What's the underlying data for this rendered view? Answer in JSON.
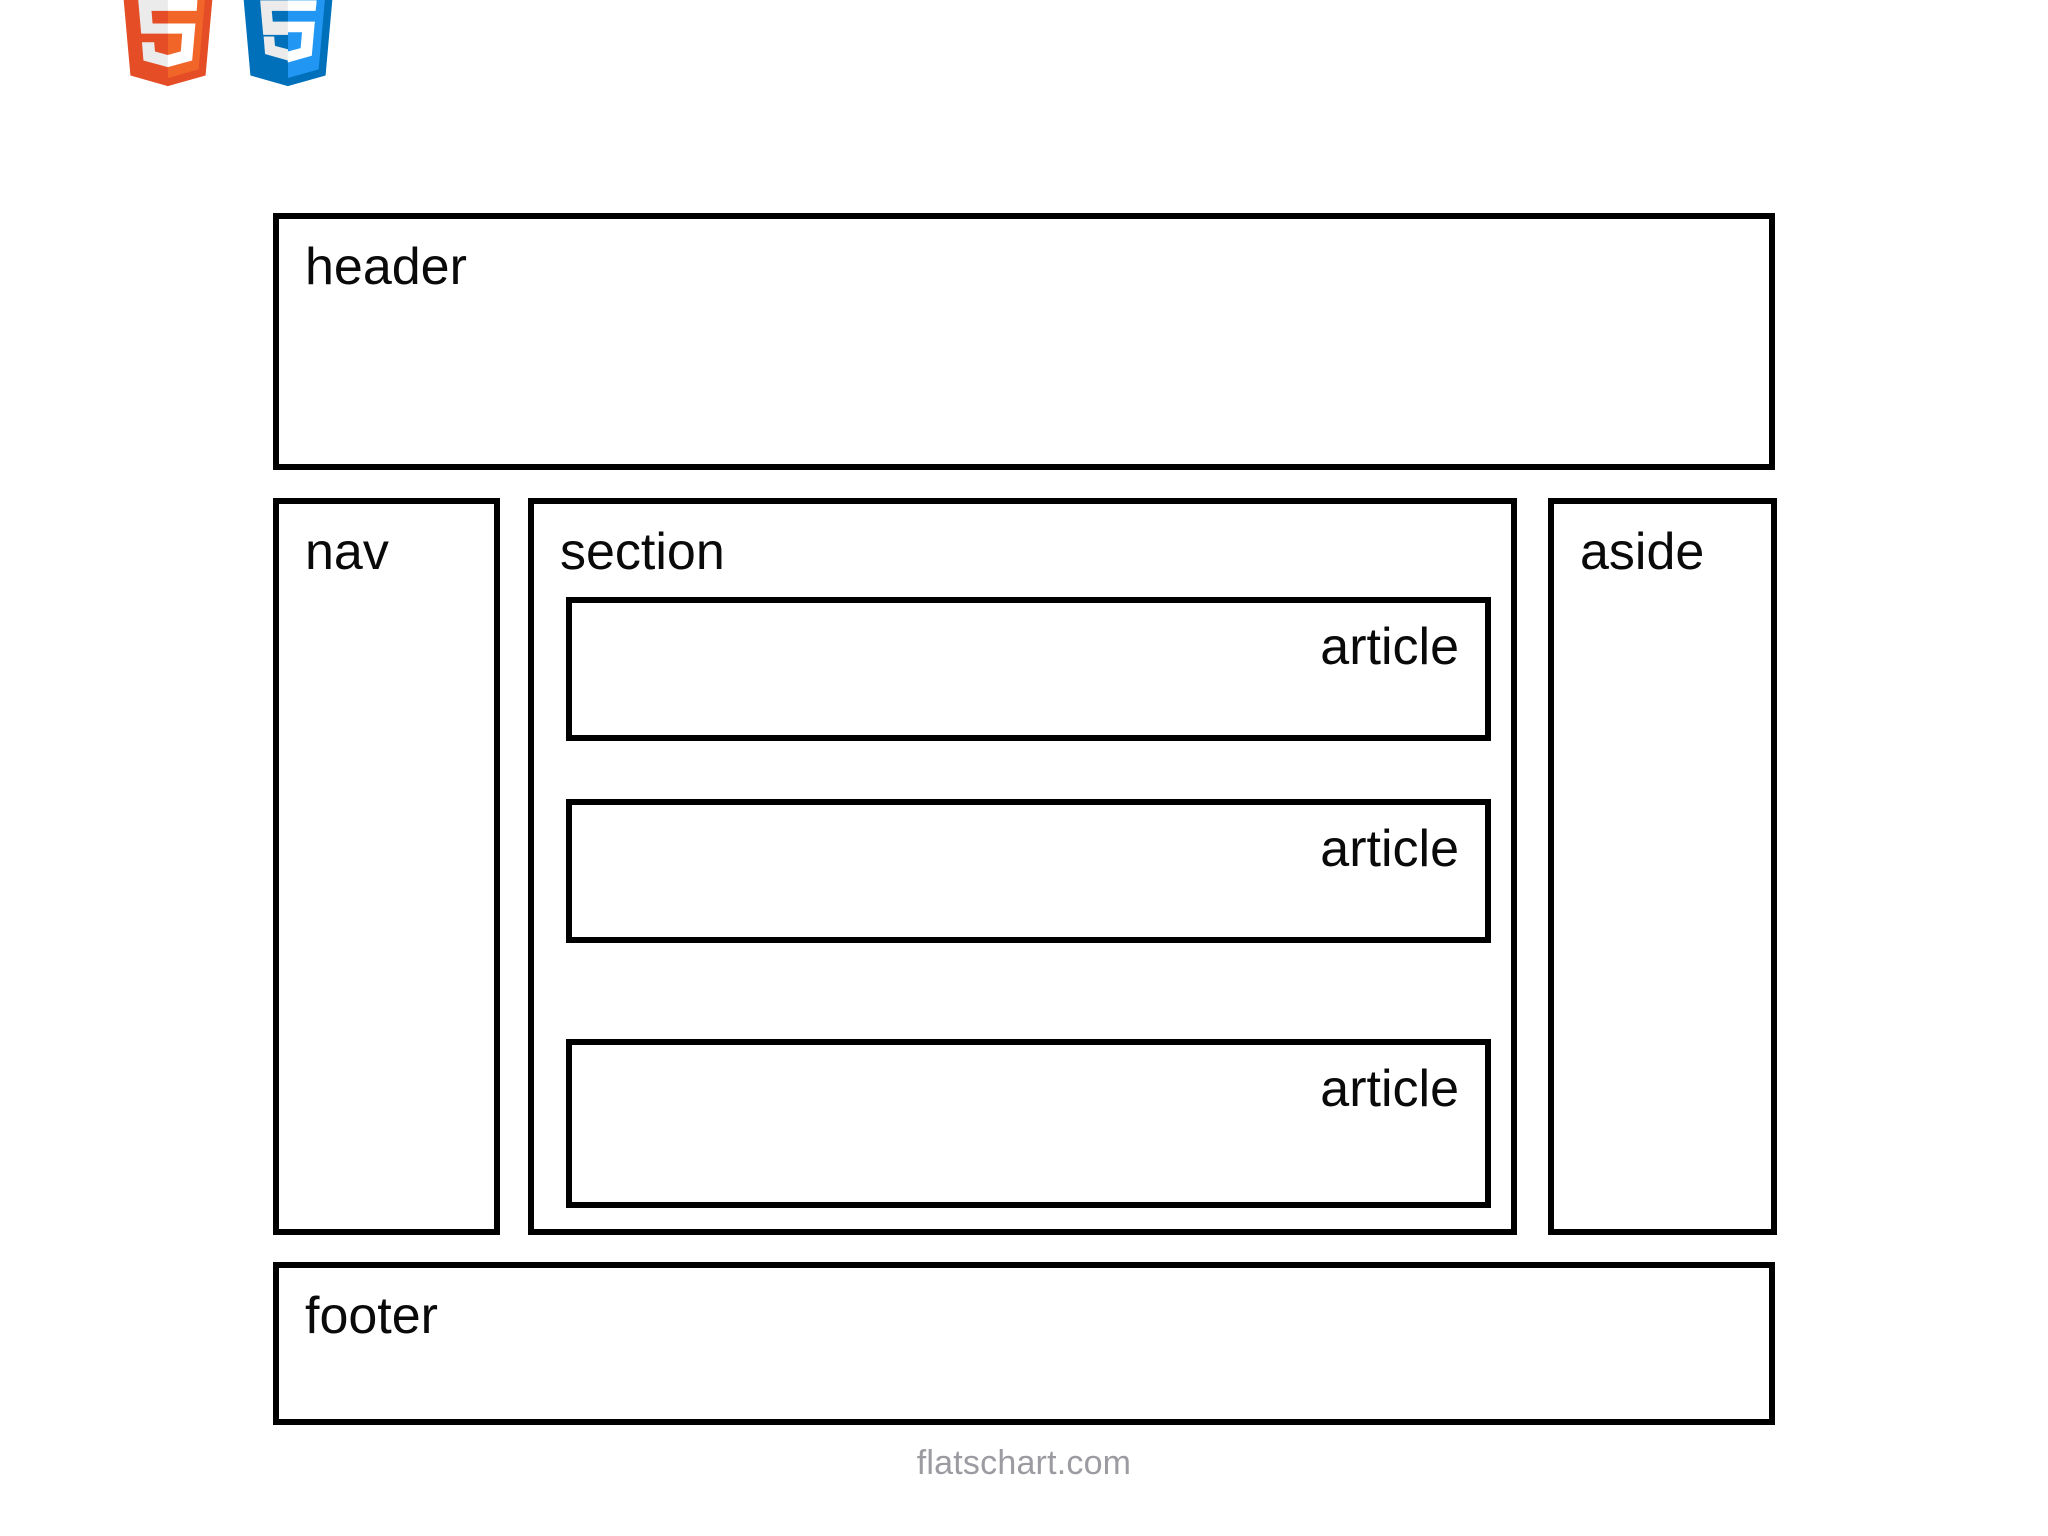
{
  "logos": [
    {
      "name": "html5-logo",
      "label": "HTML5",
      "glyph": "5",
      "color": "#e44d26",
      "shade": "#f16529"
    },
    {
      "name": "css3-logo",
      "label": "CSS3",
      "glyph": "3",
      "color": "#0170ba",
      "shade": "#2196f3"
    }
  ],
  "diagram": {
    "header": {
      "label": "header"
    },
    "nav": {
      "label": "nav"
    },
    "section": {
      "label": "section",
      "articles": [
        {
          "label": "article"
        },
        {
          "label": "article"
        },
        {
          "label": "article"
        }
      ]
    },
    "aside": {
      "label": "aside"
    },
    "footer": {
      "label": "footer"
    }
  },
  "watermark": {
    "text": "flatschart.com",
    "color": "#9b9ba1"
  },
  "colors": {
    "border": "#000000",
    "text": "#0a0a0a",
    "background": "#ffffff",
    "html5_orange": "#e44d26",
    "css3_blue": "#0170ba"
  }
}
